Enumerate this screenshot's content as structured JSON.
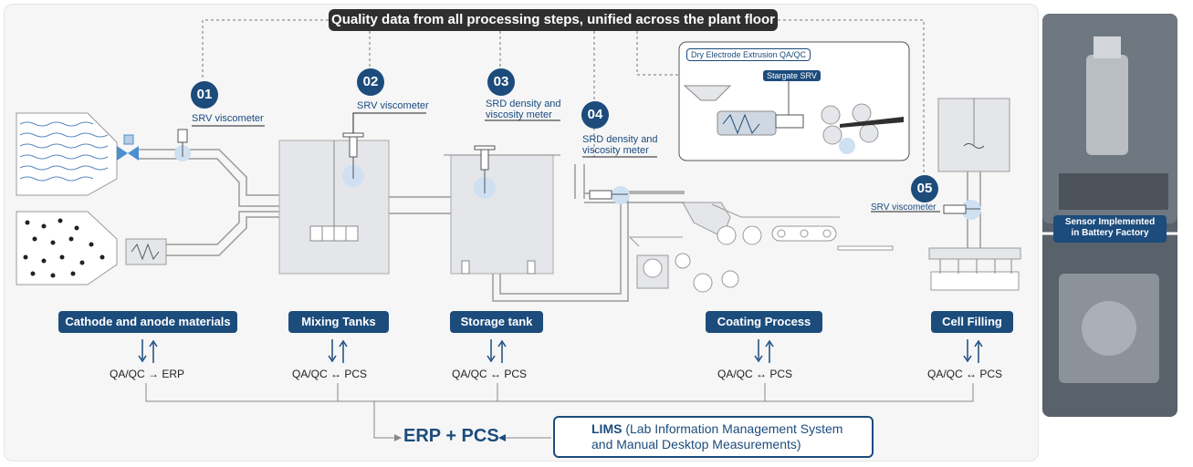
{
  "banner": "Quality data from all processing steps, unified across the plant floor",
  "sensors": [
    {
      "num": "01",
      "label": "SRV viscometer"
    },
    {
      "num": "02",
      "label": "SRV viscometer"
    },
    {
      "num": "03",
      "label_l1": "SRD density and",
      "label_l2": "viscosity meter"
    },
    {
      "num": "04",
      "label_l1": "SRD density and",
      "label_l2": "viscosity meter"
    },
    {
      "num": "05",
      "label": "SRV viscometer"
    }
  ],
  "inset": {
    "title": "Dry Electrode Extrusion QA/QC",
    "stargate": "Stargate SRV"
  },
  "stages": [
    {
      "name": "Cathode and anode materials",
      "left": "QA/QC",
      "right": "ERP",
      "arrow": "→"
    },
    {
      "name": "Mixing Tanks",
      "left": "QA/QC",
      "right": "PCS",
      "arrow": "↔"
    },
    {
      "name": "Storage tank",
      "left": "QA/QC",
      "right": "PCS",
      "arrow": "↔"
    },
    {
      "name": "Coating Process",
      "left": "QA/QC",
      "right": "PCS",
      "arrow": "↔"
    },
    {
      "name": "Cell Filling",
      "left": "QA/QC",
      "right": "PCS",
      "arrow": "↔"
    }
  ],
  "hub": "ERP + PCS",
  "lims": {
    "title": "LIMS",
    "l1": " (Lab Information Management System",
    "l2": "and Manual Desktop Measurements)"
  },
  "photo_label_l1": "Sensor Implemented",
  "photo_label_l2": "in Battery Factory",
  "colors": {
    "navy": "#1c4c7c",
    "dark": "#2f2f2f",
    "tank": "#e4e6e9"
  }
}
